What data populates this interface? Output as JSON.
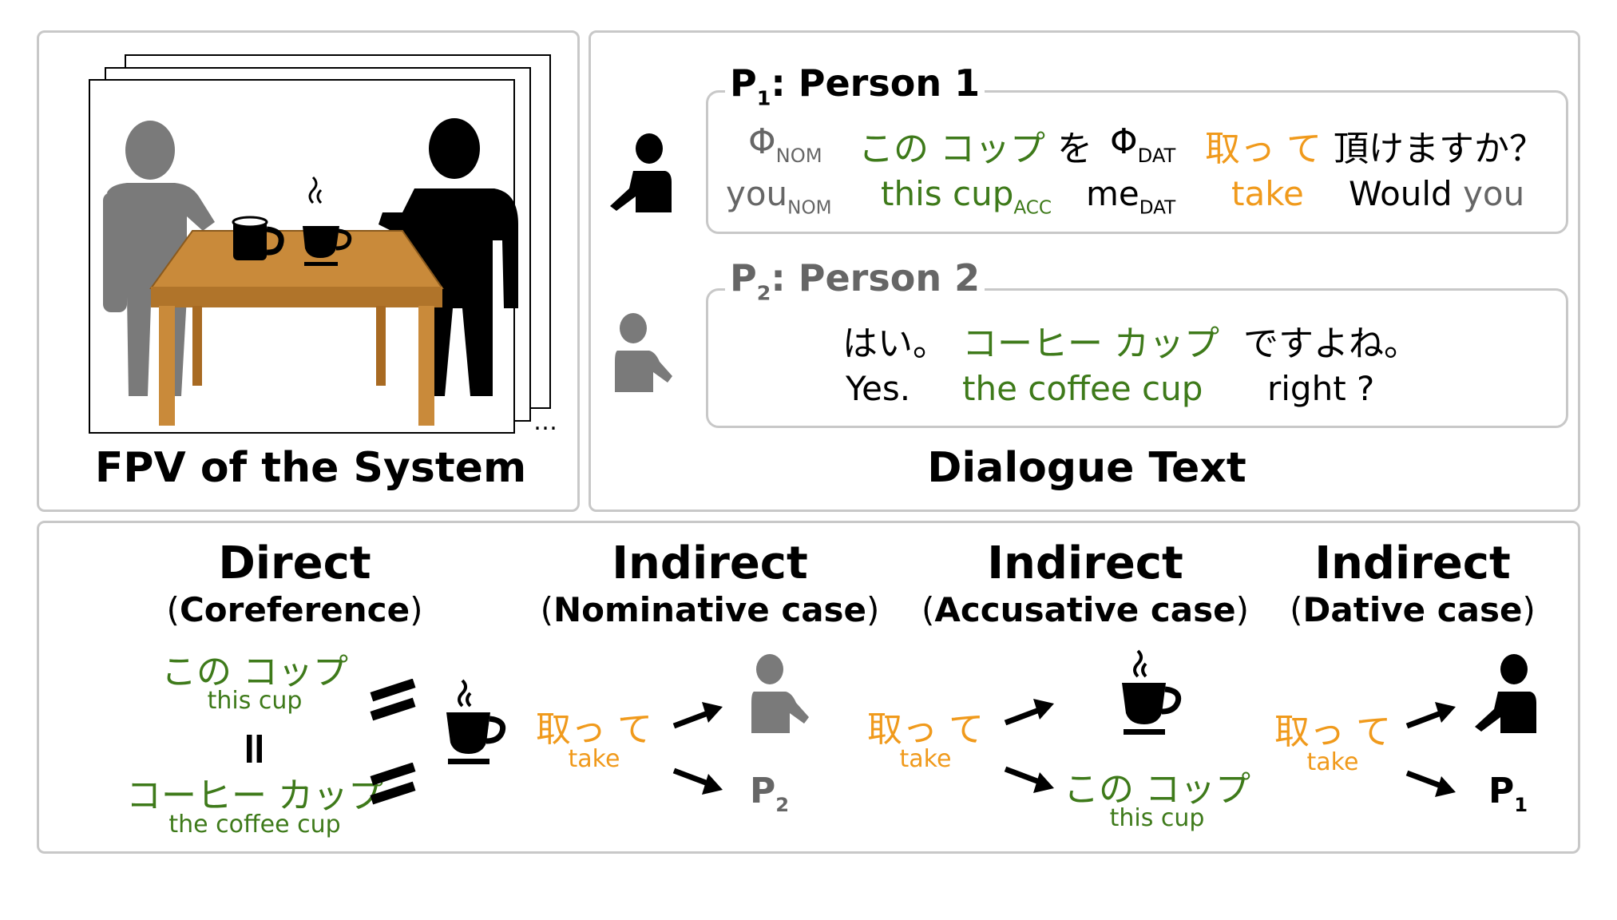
{
  "fpv": {
    "caption": "FPV of the System",
    "ellipsis": "…"
  },
  "dialogue": {
    "caption": "Dialogue Text",
    "p1": {
      "label": "P",
      "label_sub": "1",
      "label_rest": ": Person 1",
      "jp": {
        "phi_nom": "Φ",
        "phi_nom_sub": "NOM",
        "this_cup": "この コップ",
        "wo": "を",
        "phi_dat": "Φ",
        "phi_dat_sub": "DAT",
        "take": "取っ て",
        "would": "頂けますか？"
      },
      "en": {
        "you": "you",
        "you_sub": "NOM",
        "this_cup": "this cup",
        "this_cup_sub": "ACC",
        "me": "me",
        "me_sub": "DAT",
        "take": "take",
        "would": "Would",
        "would_you": "you"
      }
    },
    "p2": {
      "label": "P",
      "label_sub": "2",
      "label_rest": ": Person 2",
      "jp": {
        "yes": "はい。",
        "coffee_cup": "コーヒー カップ",
        "right": "ですよね。"
      },
      "en": {
        "yes": "Yes.",
        "coffee_cup": "the coffee cup",
        "right": "right ?"
      }
    }
  },
  "relations": {
    "direct": {
      "title": "Direct",
      "subtitle_open": "(",
      "subtitle": "Coreference",
      "subtitle_close": ")",
      "jp_top": "この コップ",
      "en_top": "this cup",
      "equals": "=",
      "jp_bottom": "コーヒー カップ",
      "en_bottom": "the coffee cup"
    },
    "nominative": {
      "title": "Indirect",
      "subtitle_open": "(",
      "subtitle": "Nominative case",
      "subtitle_close": ")",
      "jp": "取っ て",
      "en": "take",
      "target": "P",
      "target_sub": "2"
    },
    "accusative": {
      "title": "Indirect",
      "subtitle_open": "(",
      "subtitle": "Accusative case",
      "subtitle_close": ")",
      "jp": "取っ て",
      "en": "take",
      "target_jp": "この コップ",
      "target_en": "this cup"
    },
    "dative": {
      "title": "Indirect",
      "subtitle_open": "(",
      "subtitle": "Dative case",
      "subtitle_close": ")",
      "jp": "取っ て",
      "en": "take",
      "target": "P",
      "target_sub": "1"
    }
  },
  "colors": {
    "green": "#3e7a1a",
    "orange": "#f09a1c",
    "gray": "#666666",
    "panel_border": "#c8c8c8",
    "table_wood": "#c98a3a"
  },
  "icons": [
    "person-gray-icon",
    "person-black-icon",
    "coffee-cup-icon",
    "mug-icon",
    "table-icon",
    "arrow-icon",
    "equals-icon"
  ]
}
